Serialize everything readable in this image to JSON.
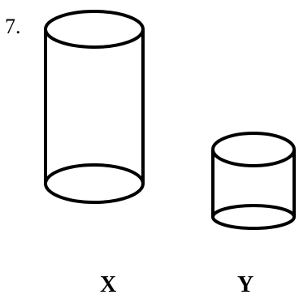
{
  "question": {
    "number": "7."
  },
  "shapes": {
    "x": {
      "label": "X",
      "kind": "cylinder-tall"
    },
    "y": {
      "label": "Y",
      "kind": "cylinder-short"
    }
  },
  "colors": {
    "stroke": "#000000",
    "background": "#ffffff"
  }
}
